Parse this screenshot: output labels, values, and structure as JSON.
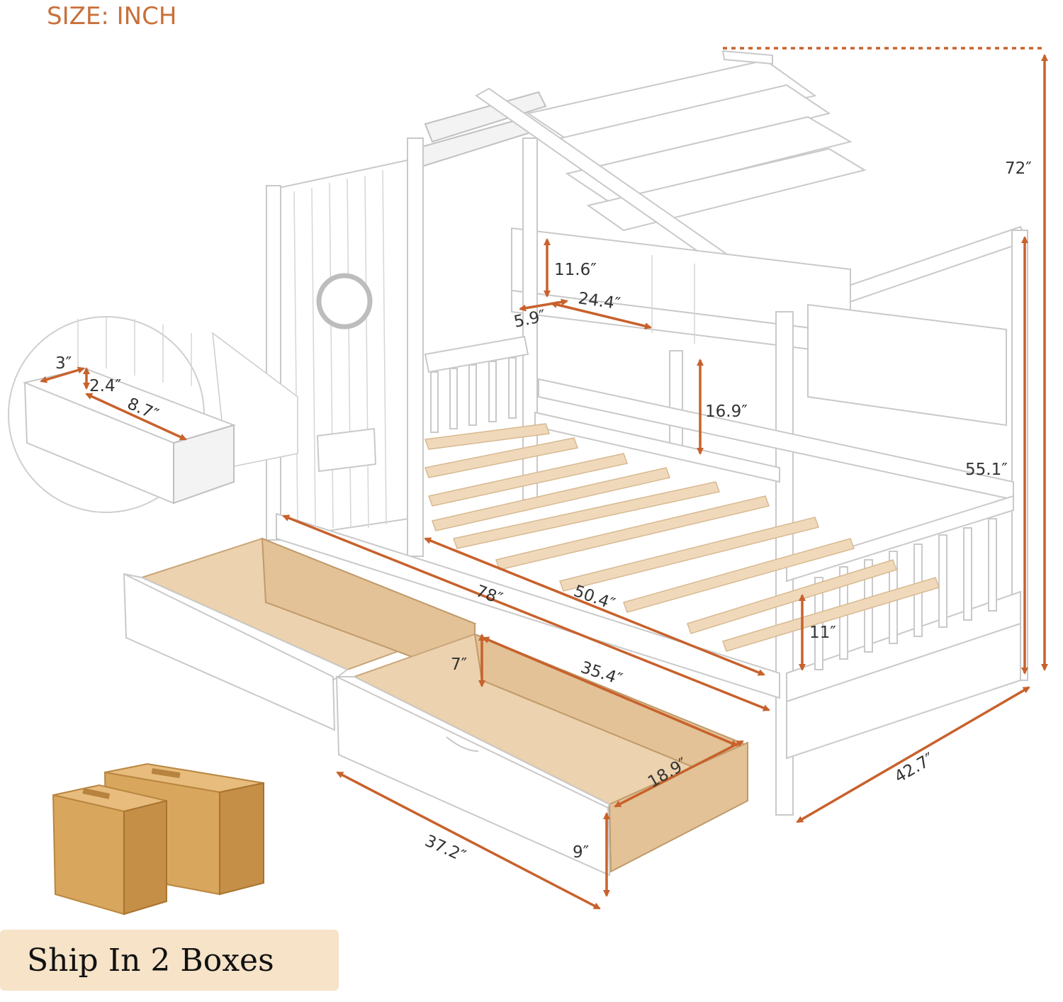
{
  "header": {
    "size_label": "SIZE: INCH"
  },
  "dimensions": [
    {
      "id": "overall-height",
      "label": "72″"
    },
    {
      "id": "post-height",
      "label": "55.1″"
    },
    {
      "id": "shelf-height",
      "label": "11.6″"
    },
    {
      "id": "shelf-width",
      "label": "24.4″"
    },
    {
      "id": "shelf-depth",
      "label": "5.9″"
    },
    {
      "id": "rail-gap",
      "label": "16.9″"
    },
    {
      "id": "bed-length",
      "label": "78″"
    },
    {
      "id": "inner-length",
      "label": "50.4″"
    },
    {
      "id": "guard-height",
      "label": "11″"
    },
    {
      "id": "bed-width",
      "label": "42.7″"
    },
    {
      "id": "drawer-inner-length",
      "label": "35.4″"
    },
    {
      "id": "drawer-inner-depth",
      "label": "7″"
    },
    {
      "id": "drawer-inner-width",
      "label": "18.9″"
    },
    {
      "id": "drawer-length",
      "label": "37.2″"
    },
    {
      "id": "drawer-height",
      "label": "9″"
    },
    {
      "id": "cupholder-length",
      "label": "3″"
    },
    {
      "id": "cupholder-height",
      "label": "2.4″"
    },
    {
      "id": "cupholder-width",
      "label": "8.7″"
    }
  ],
  "shipping": {
    "label": "Ship In 2 Boxes"
  },
  "colors": {
    "accent": "#c8612c",
    "title": "#c9703a",
    "badge_bg": "#f6e3c8",
    "box": "#d9a65e"
  }
}
